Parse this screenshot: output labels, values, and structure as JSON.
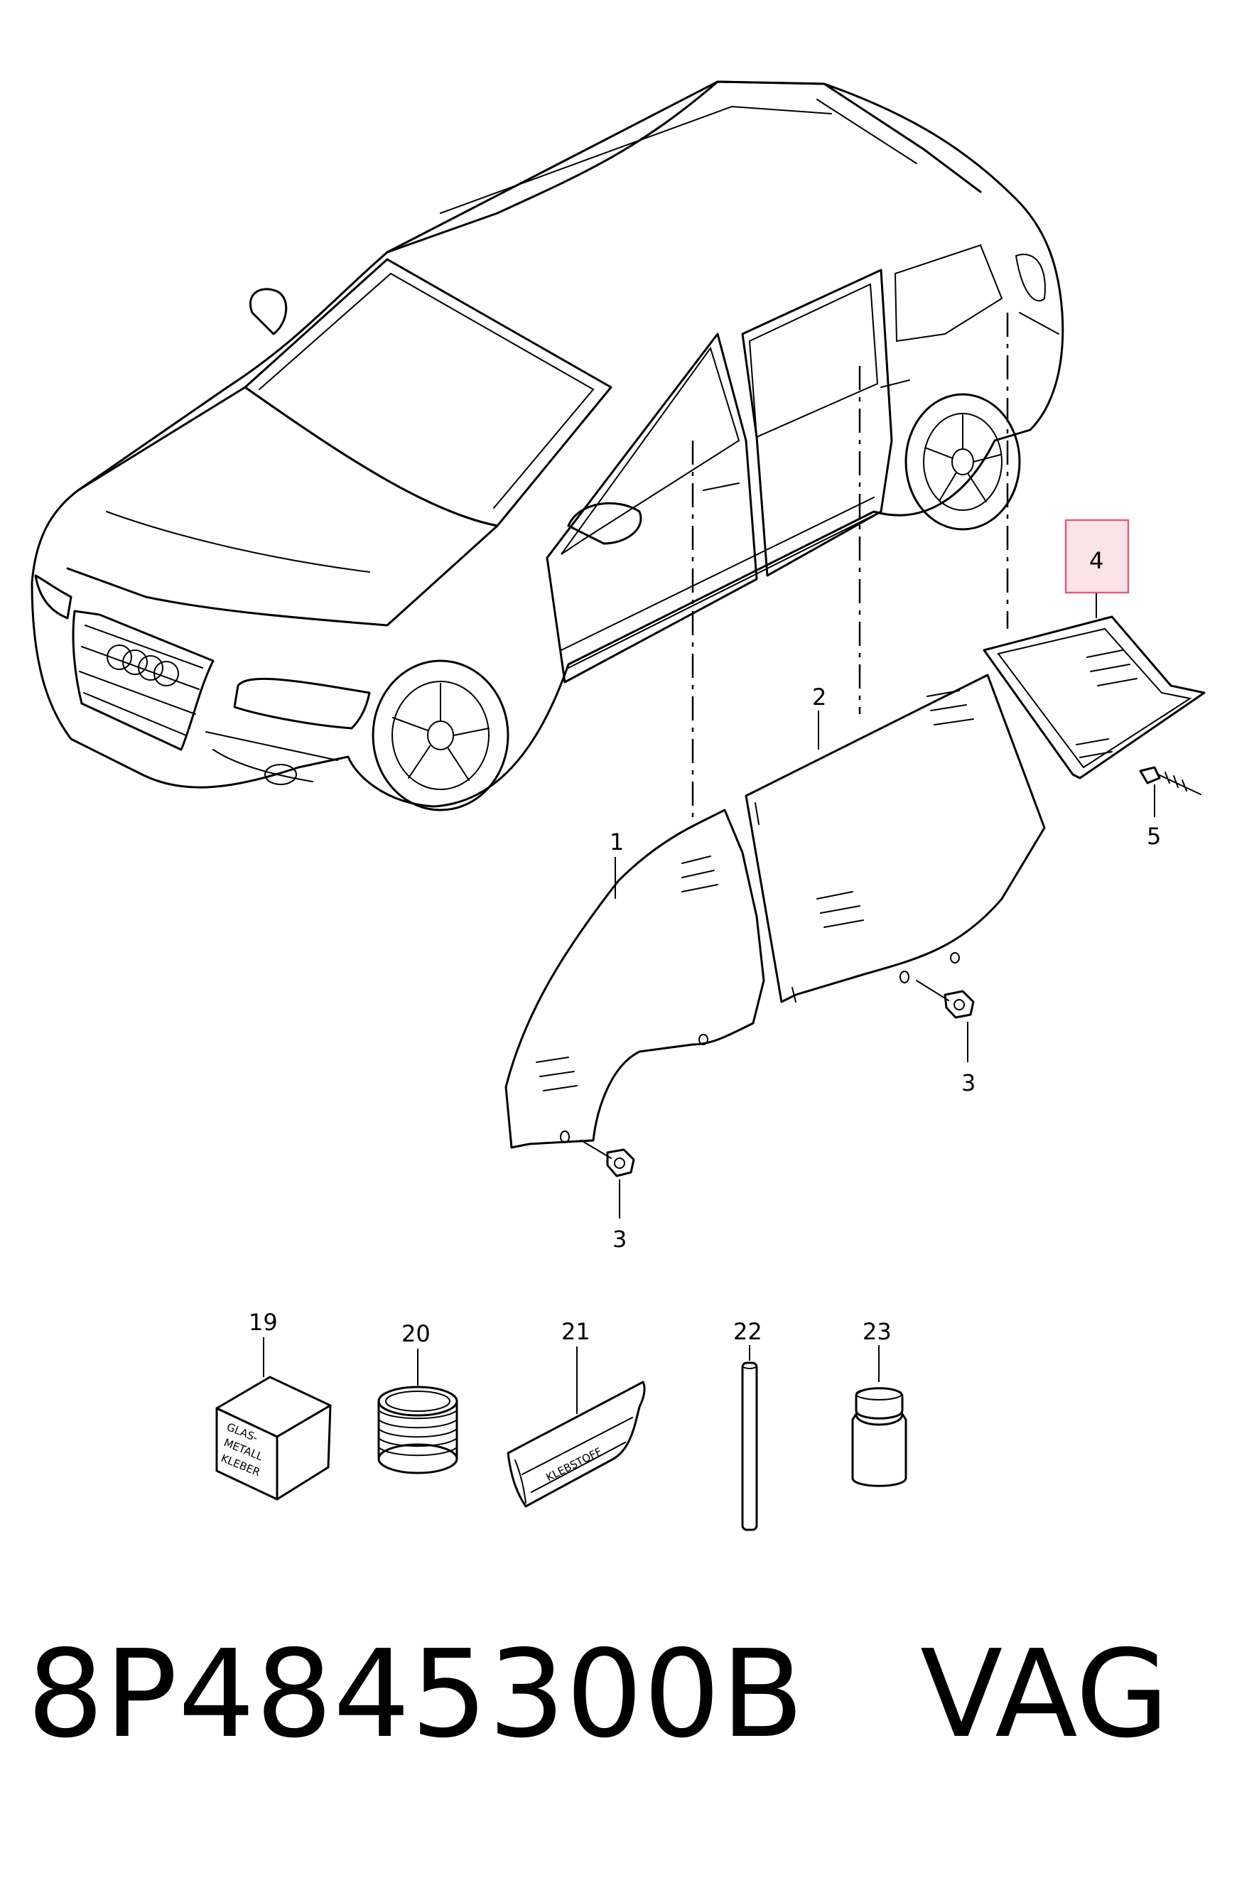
{
  "callouts": {
    "c1": "1",
    "c2": "2",
    "c3a": "3",
    "c3b": "3",
    "c4": "4",
    "c5": "5",
    "c19": "19",
    "c20": "20",
    "c21": "21",
    "c22": "22",
    "c23": "23"
  },
  "packages": {
    "box_line1": "GLAS-",
    "box_line2": "METALL",
    "box_line3": "KLEBER",
    "tube_label": "KLEBSTOFF"
  },
  "footer": {
    "part_number": "8P4845300B",
    "brand": "VAG"
  },
  "colors": {
    "highlight_border": "#e0607a",
    "highlight_fill": "#fbe3e8",
    "ink": "#000000"
  }
}
